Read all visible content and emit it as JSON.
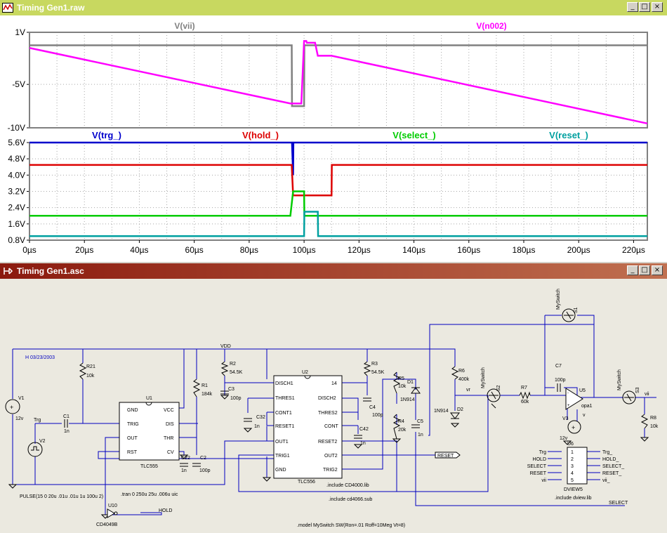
{
  "waveform_window": {
    "title": "Timing Gen1.raw",
    "buttons": [
      "_",
      "□",
      "×"
    ],
    "colors": {
      "active_title": "#c8d860",
      "plot_bg": "#ffffff",
      "grid": "#a0a0a0"
    }
  },
  "schematic_window": {
    "title": "Timing Gen1.asc",
    "buttons": [
      "_",
      "□",
      "×"
    ],
    "colors": {
      "active_title": "#8b1a0e",
      "canvas_bg": "#ebe9e0",
      "wire": "#0000c0",
      "component": "#000000"
    }
  },
  "chart_data": [
    {
      "type": "line",
      "title": "",
      "series": [
        {
          "name": "V(vii)",
          "color": "#808080",
          "x": [
            0,
            0.1,
            95.5,
            95.6,
            100,
            100.1,
            225
          ],
          "y": [
            -0.5,
            -0.5,
            -0.5,
            -7.5,
            -7.5,
            -0.5,
            -0.5
          ]
        },
        {
          "name": "V(n002)",
          "color": "#ff00ff",
          "x": [
            0,
            95,
            99,
            100,
            100.8,
            101,
            104,
            105,
            110,
            225
          ],
          "y": [
            -0.8,
            -7.2,
            -7.2,
            0,
            0,
            -0.2,
            -0.2,
            -1.7,
            -1.7,
            -9.5
          ]
        }
      ],
      "yticks": [
        "1V",
        "-5V",
        "-10V"
      ],
      "ylim": [
        -10,
        1
      ],
      "xlim": [
        0,
        225
      ],
      "grid": true
    },
    {
      "type": "line",
      "title": "",
      "series": [
        {
          "name": "V(trg_)",
          "color": "#0000cc",
          "x": [
            0,
            95.5,
            95.6,
            96,
            96.1,
            225
          ],
          "y": [
            5.6,
            5.6,
            5.6,
            4.0,
            5.6,
            5.6
          ]
        },
        {
          "name": "V(hold_)",
          "color": "#dd0000",
          "x": [
            0,
            95.5,
            96,
            110,
            110.1,
            225
          ],
          "y": [
            4.5,
            4.5,
            3.0,
            3.0,
            4.5,
            4.5
          ]
        },
        {
          "name": "V(select_)",
          "color": "#00cc00",
          "x": [
            0,
            95,
            96,
            100,
            100.1,
            225
          ],
          "y": [
            2.0,
            2.0,
            3.2,
            3.2,
            2.0,
            2.0
          ]
        },
        {
          "name": "V(reset_)",
          "color": "#00a0a0",
          "x": [
            0,
            100,
            100.1,
            105,
            105.1,
            225
          ],
          "y": [
            1.0,
            1.0,
            2.2,
            2.2,
            1.0,
            1.0
          ]
        }
      ],
      "yticks": [
        "5.6V",
        "4.8V",
        "4.0V",
        "3.2V",
        "2.4V",
        "1.6V",
        "0.8V"
      ],
      "ylim": [
        0.8,
        5.6
      ],
      "xticks": [
        "0µs",
        "20µs",
        "40µs",
        "60µs",
        "80µs",
        "100µs",
        "120µs",
        "140µs",
        "160µs",
        "180µs",
        "200µs",
        "220µs"
      ],
      "xlim": [
        0,
        225
      ],
      "grid": true
    }
  ],
  "schematic": {
    "components": {
      "v1": [
        "V1",
        "12v"
      ],
      "v2": [
        "V2",
        "Trg"
      ],
      "v3": [
        "V3",
        "12v"
      ],
      "r21": [
        "R21",
        "10k"
      ],
      "c1": [
        "C1",
        "1n"
      ],
      "u1": [
        "U1",
        "TLC555"
      ],
      "u1_pins": [
        "GND",
        "TRIG",
        "OUT",
        "RST",
        "VCC",
        "DIS",
        "THR",
        "CV"
      ],
      "r1": [
        "R1",
        "184k"
      ],
      "c22": [
        "C22",
        "1n"
      ],
      "c2": [
        "C2",
        "100p"
      ],
      "vdd": "VDD",
      "r2": [
        "R2",
        "54.5K"
      ],
      "c3": [
        "C3",
        "100p"
      ],
      "c32": [
        "C32",
        "1n"
      ],
      "u2": [
        "U2",
        "TLC556"
      ],
      "u2_left_pins": [
        "DISCH1",
        "THRES1",
        "CONT1",
        "RESET1",
        "OUT1",
        "TRIG1",
        "GND"
      ],
      "u2_right_pins": [
        "14",
        "DISCH2",
        "THRES2",
        "CONT",
        "RESET2",
        "OUT2",
        "TRIG2"
      ],
      "r3": [
        "R3",
        "54.5K"
      ],
      "c4": [
        "C4",
        "100p"
      ],
      "c42": [
        "C42",
        "1n"
      ],
      "r5": [
        "R5",
        "10k"
      ],
      "r4": [
        "R4",
        "20k"
      ],
      "d1": [
        "D1",
        "1N914"
      ],
      "c5": [
        "C5",
        "1n"
      ],
      "r6": [
        "R6",
        "400k"
      ],
      "d2": [
        "D2",
        "1N914"
      ],
      "s2": [
        "S2",
        "MySwitch"
      ],
      "r7": [
        "R7",
        "60k"
      ],
      "c7": [
        "C7",
        "100p"
      ],
      "s1": [
        "S1",
        "MySwitch"
      ],
      "u5": [
        "U5",
        "opa1"
      ],
      "s3": [
        "S3",
        "MySwitch"
      ],
      "r8": [
        "R8",
        "10k"
      ],
      "u6": [
        "U6",
        "DVIEW5"
      ],
      "u6_left": [
        "Trg",
        "HOLD",
        "SELECT",
        "RESET",
        "vii"
      ],
      "u6_right": [
        "Trg_",
        "HOLD_",
        "SELECT_",
        "RESET_",
        "vii_"
      ],
      "u6_pins": [
        "1",
        "2",
        "3",
        "4",
        "5"
      ],
      "u10": [
        "U10",
        "CD4049B"
      ]
    },
    "net_labels": {
      "reset": "RESET",
      "hold": "HOLD",
      "select": "SELECT",
      "vr": "vr",
      "v": "v",
      "vii": "vii"
    },
    "text": {
      "date": "H 03/23/2003",
      "pulse": "PULSE(15 0 20u .01u .01u 1u 100u 2)",
      "tran": ".tran 0 250u 25u .006u uic",
      "inc1": ".include CD4000.lib",
      "inc2": ".include cd4066.sub",
      "inc3": ".include dview.lib",
      "model": ".model MySwitch  SW(Ron=.01 Roff=10Meg Vt=8)"
    }
  }
}
